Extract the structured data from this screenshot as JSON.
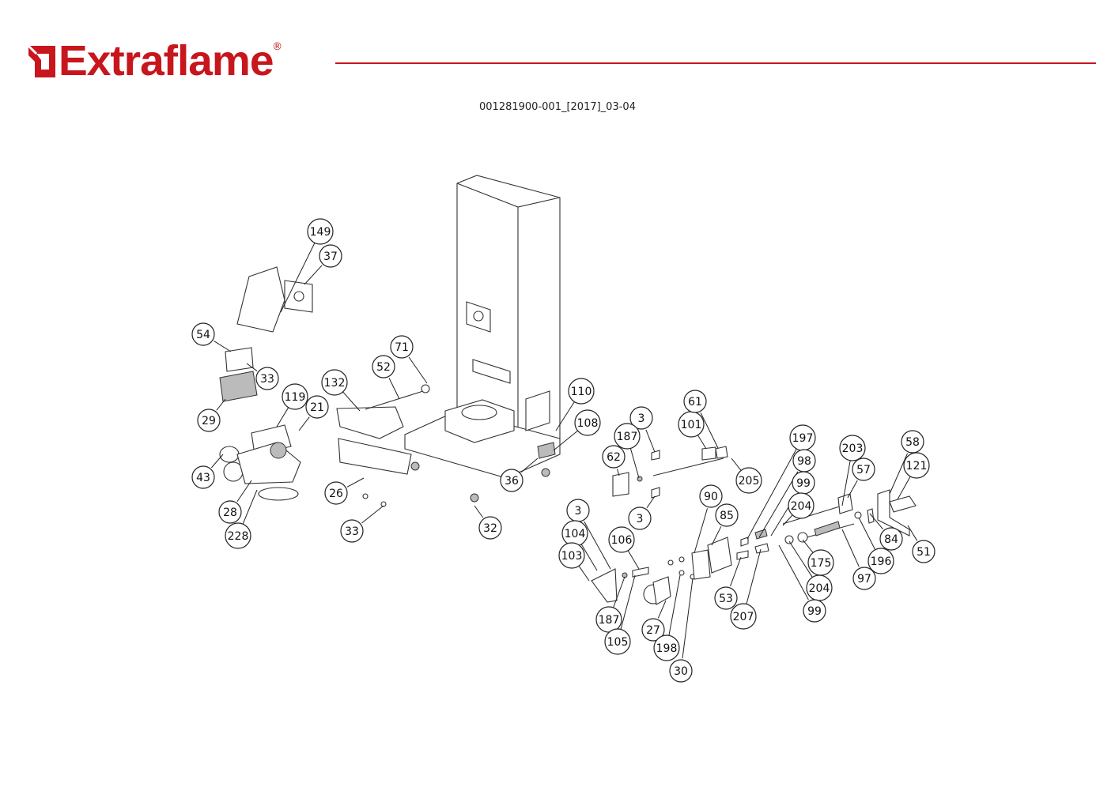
{
  "header": {
    "brand": "Extraflame",
    "brand_registered": "®",
    "document_code": "001281900-001_[2017]_03-04",
    "brand_color": "#c8161d"
  },
  "callouts": [
    {
      "label": "149"
    },
    {
      "label": "37"
    },
    {
      "label": "54"
    },
    {
      "label": "33"
    },
    {
      "label": "29"
    },
    {
      "label": "119"
    },
    {
      "label": "21"
    },
    {
      "label": "43"
    },
    {
      "label": "28"
    },
    {
      "label": "228"
    },
    {
      "label": "132"
    },
    {
      "label": "52"
    },
    {
      "label": "71"
    },
    {
      "label": "26"
    },
    {
      "label": "33"
    },
    {
      "label": "32"
    },
    {
      "label": "36"
    },
    {
      "label": "110"
    },
    {
      "label": "108"
    },
    {
      "label": "3"
    },
    {
      "label": "187"
    },
    {
      "label": "62"
    },
    {
      "label": "101"
    },
    {
      "label": "61"
    },
    {
      "label": "205"
    },
    {
      "label": "3"
    },
    {
      "label": "197"
    },
    {
      "label": "98"
    },
    {
      "label": "99"
    },
    {
      "label": "204"
    },
    {
      "label": "203"
    },
    {
      "label": "57"
    },
    {
      "label": "58"
    },
    {
      "label": "121"
    },
    {
      "label": "84"
    },
    {
      "label": "51"
    },
    {
      "label": "196"
    },
    {
      "label": "97"
    },
    {
      "label": "175"
    },
    {
      "label": "204"
    },
    {
      "label": "99"
    },
    {
      "label": "90"
    },
    {
      "label": "85"
    },
    {
      "label": "53"
    },
    {
      "label": "207"
    },
    {
      "label": "3"
    },
    {
      "label": "104"
    },
    {
      "label": "103"
    },
    {
      "label": "106"
    },
    {
      "label": "187"
    },
    {
      "label": "105"
    },
    {
      "label": "27"
    },
    {
      "label": "198"
    },
    {
      "label": "30"
    }
  ]
}
